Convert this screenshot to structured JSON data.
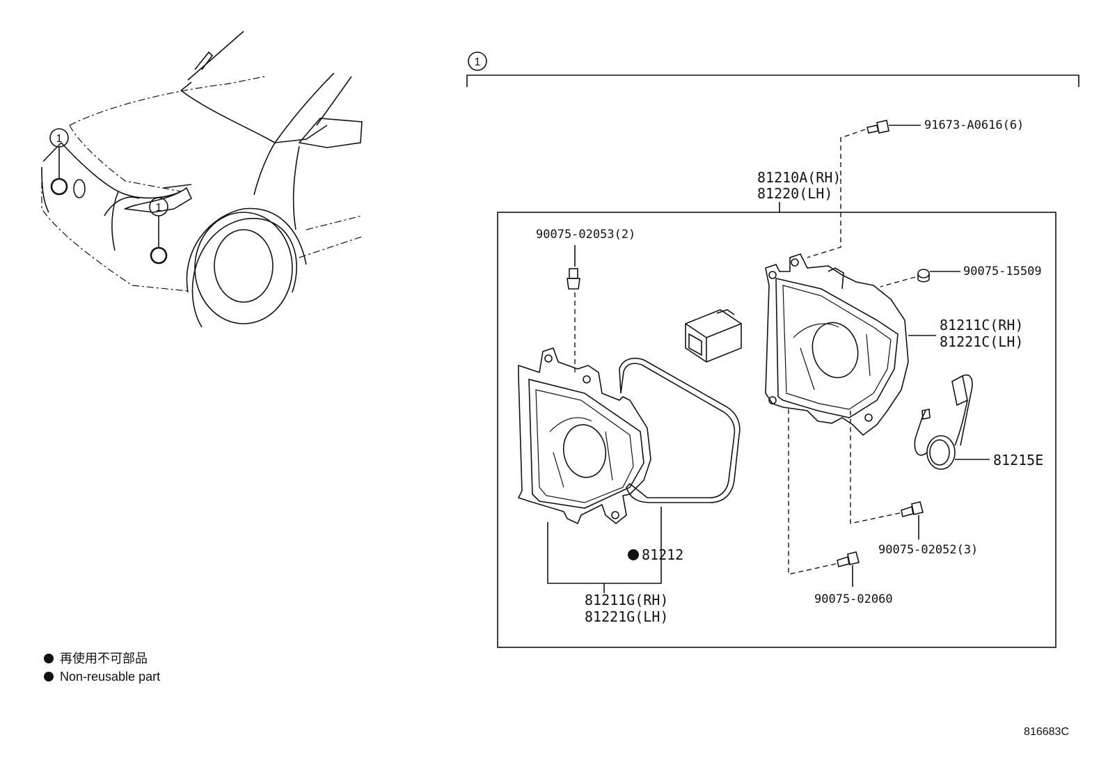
{
  "diagram": {
    "callout_marker": "1",
    "parts": {
      "bolt_top": "91673-A0616(6)",
      "housing_rh": "81210A(RH)",
      "housing_lh": "81220(LH)",
      "screw_left": "90075-02053(2)",
      "nut_right": "90075-15509",
      "lamp_c_rh": "81211C(RH)",
      "lamp_c_lh": "81221C(LH)",
      "socket": "81215E",
      "screw_right": "90075-02052(3)",
      "gasket": "81212",
      "screw_bottom": "90075-02060",
      "lamp_g_rh": "81211G(RH)",
      "lamp_g_lh": "81221G(LH)"
    },
    "legend": {
      "jp": "再使用不可部品",
      "en": "Non-reusable part"
    },
    "illustration_code": "816683C"
  }
}
